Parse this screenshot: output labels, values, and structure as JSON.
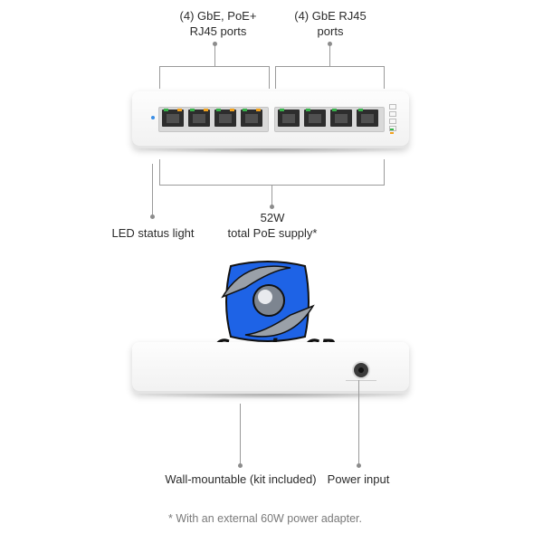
{
  "callouts": {
    "poe_ports": "(4) GbE, PoE+\nRJ45 ports",
    "gbe_ports": "(4) GbE RJ45\nports",
    "led": "LED status light",
    "poe_supply": "52W\ntotal PoE supply*",
    "wall_mount": "Wall-mountable (kit included)",
    "power_input": "Power input"
  },
  "footnote": "* With an external 60W power adapter.",
  "watermark": {
    "brand": "Corcha",
    "brand_suffix": "CR",
    "colors": {
      "blue": "#1e63e6",
      "gray": "#9aa0a8",
      "black": "#111111"
    }
  },
  "port_leds": [
    "green",
    "amber",
    "green",
    "amber",
    "green",
    "amber",
    "green",
    "amber",
    "green",
    "none",
    "green",
    "none",
    "green",
    "none",
    "green",
    "none"
  ],
  "colors": {
    "led_green": "#37b34a",
    "led_amber": "#f2a21d",
    "status_led": "#3a8ee6",
    "line": "#9a9a9a"
  }
}
